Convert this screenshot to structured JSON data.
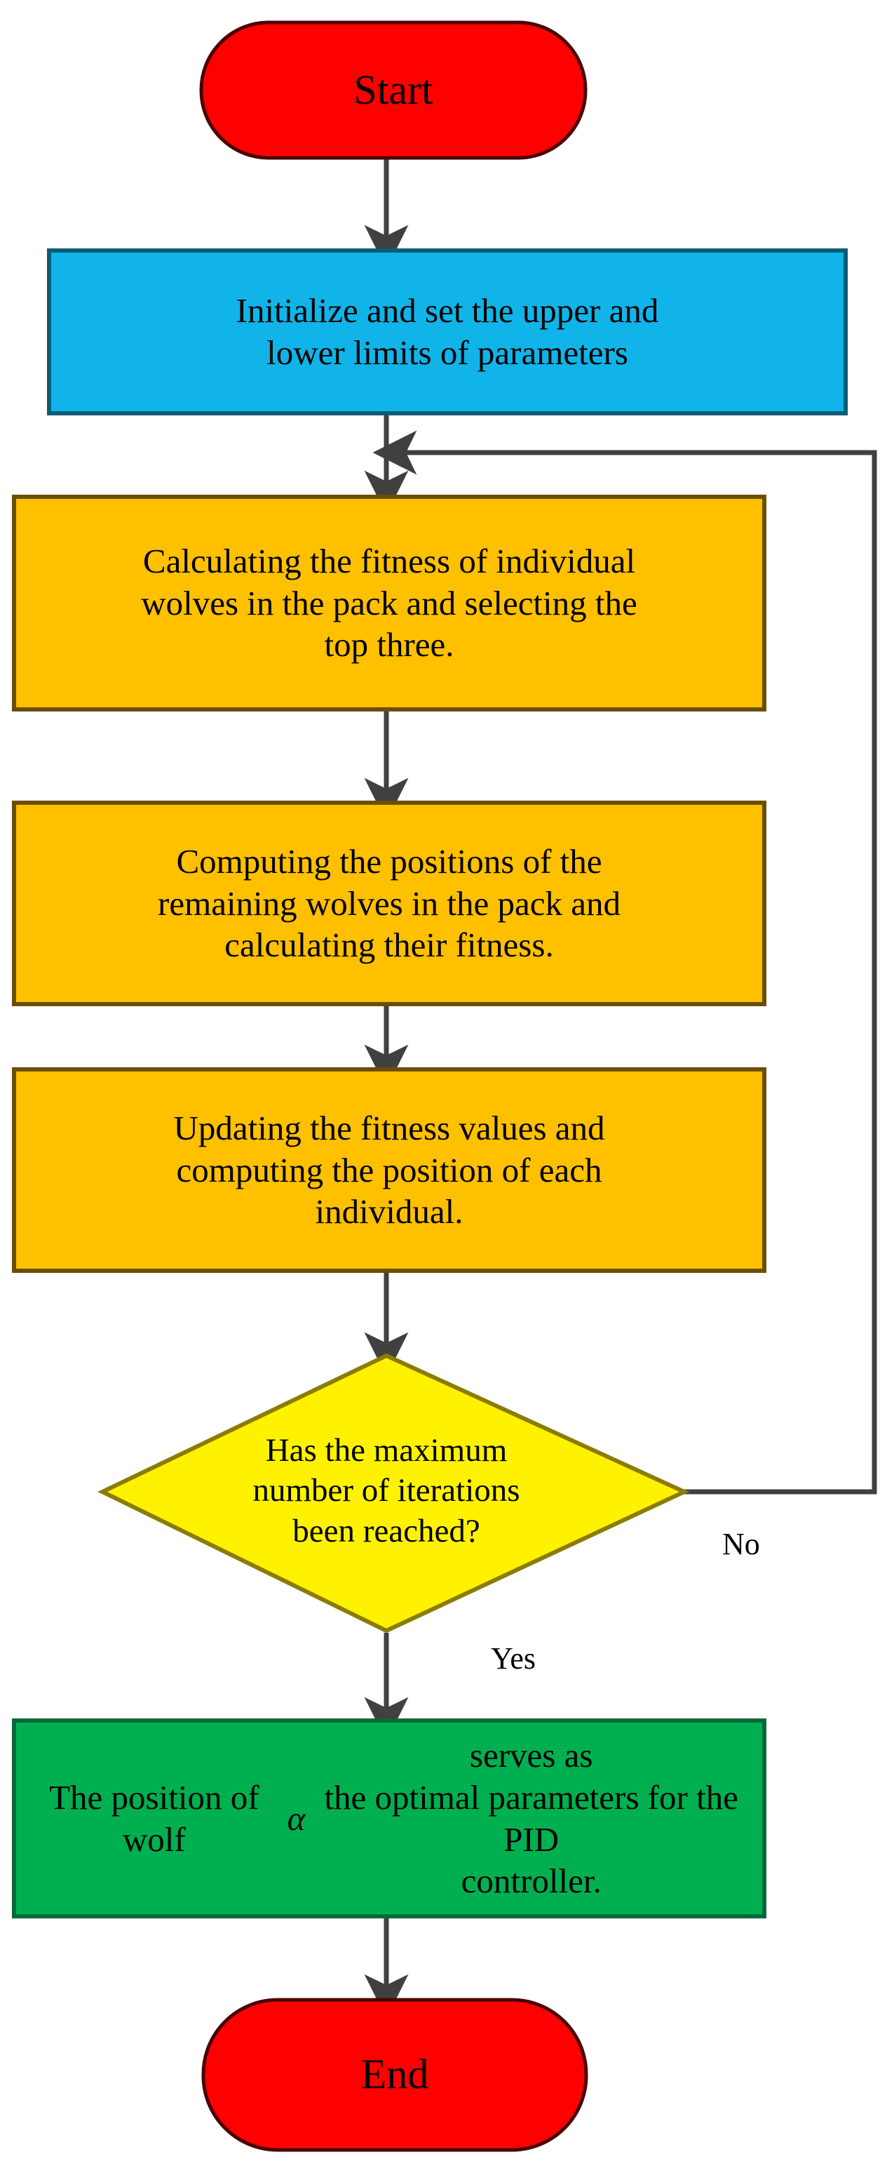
{
  "diagram": {
    "title": "Grey Wolf Optimizer PID tuning flowchart",
    "colors": {
      "terminal_fill": "#FF0000",
      "terminal_stroke": "#4A0404",
      "init_fill": "#10B4E8",
      "init_stroke": "#0B5C77",
      "process_fill": "#FFC000",
      "process_stroke": "#6B4E06",
      "decision_fill": "#FFF200",
      "decision_stroke": "#8A7C06",
      "result_fill": "#00B050",
      "result_stroke": "#00693A",
      "connector": "#404040",
      "text": "#000000",
      "background": "#FFFFFF"
    },
    "nodes": [
      {
        "id": "start",
        "shape": "terminal",
        "label": "Start"
      },
      {
        "id": "initialize",
        "shape": "process",
        "label": "Initialize and set the upper and\nlower limits of parameters"
      },
      {
        "id": "fitness",
        "shape": "process",
        "label": "Calculating the fitness of individual\nwolves in the pack and selecting the\ntop three."
      },
      {
        "id": "positions",
        "shape": "process",
        "label": "Computing the positions of the\nremaining wolves in the pack and\ncalculating their fitness."
      },
      {
        "id": "update",
        "shape": "process",
        "label": "Updating the fitness values and\ncomputing the position of each\nindividual."
      },
      {
        "id": "decision",
        "shape": "decision",
        "label": "Has the maximum\nnumber of iterations\nbeen reached?"
      },
      {
        "id": "result",
        "shape": "process",
        "label_before_symbol": "The position of wolf ",
        "symbol": "α",
        "label_after_symbol": " serves as\nthe optimal parameters for the PID\ncontroller."
      },
      {
        "id": "end",
        "shape": "terminal",
        "label": "End"
      }
    ],
    "edge_labels": {
      "no": "No",
      "yes": "Yes"
    }
  }
}
